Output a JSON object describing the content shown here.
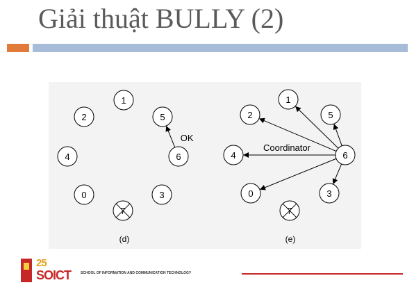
{
  "slide": {
    "title": "Giải thuật BULLY (2)",
    "accent_colors": {
      "orange": "#e07b39",
      "blue": "#a6bcd8"
    }
  },
  "diagram": {
    "panels": [
      {
        "label": "(d)",
        "nodes": [
          {
            "id": "1",
            "state": "alive"
          },
          {
            "id": "2",
            "state": "alive"
          },
          {
            "id": "5",
            "state": "alive"
          },
          {
            "id": "4",
            "state": "alive"
          },
          {
            "id": "6",
            "state": "alive"
          },
          {
            "id": "0",
            "state": "alive"
          },
          {
            "id": "3",
            "state": "alive"
          },
          {
            "id": "7",
            "state": "crashed"
          }
        ],
        "edges": [
          {
            "from": "6",
            "to": "5",
            "label": "OK"
          }
        ]
      },
      {
        "label": "(e)",
        "nodes": [
          {
            "id": "1",
            "state": "alive"
          },
          {
            "id": "2",
            "state": "alive"
          },
          {
            "id": "5",
            "state": "alive"
          },
          {
            "id": "4",
            "state": "alive"
          },
          {
            "id": "6",
            "state": "alive"
          },
          {
            "id": "0",
            "state": "alive"
          },
          {
            "id": "3",
            "state": "alive"
          },
          {
            "id": "7",
            "state": "crashed"
          }
        ],
        "edges": [
          {
            "from": "6",
            "to": "1",
            "label": ""
          },
          {
            "from": "6",
            "to": "2",
            "label": ""
          },
          {
            "from": "6",
            "to": "5",
            "label": ""
          },
          {
            "from": "6",
            "to": "4",
            "label": "Coordinator"
          },
          {
            "from": "6",
            "to": "0",
            "label": ""
          },
          {
            "from": "6",
            "to": "3",
            "label": ""
          }
        ]
      }
    ]
  },
  "footer": {
    "logo_number": "25",
    "logo_text": "SOICT",
    "school_name": "SCHOOL OF INFORMATION AND COMMUNICATION TECHNOLOGY",
    "accent_color": "#c62828"
  }
}
